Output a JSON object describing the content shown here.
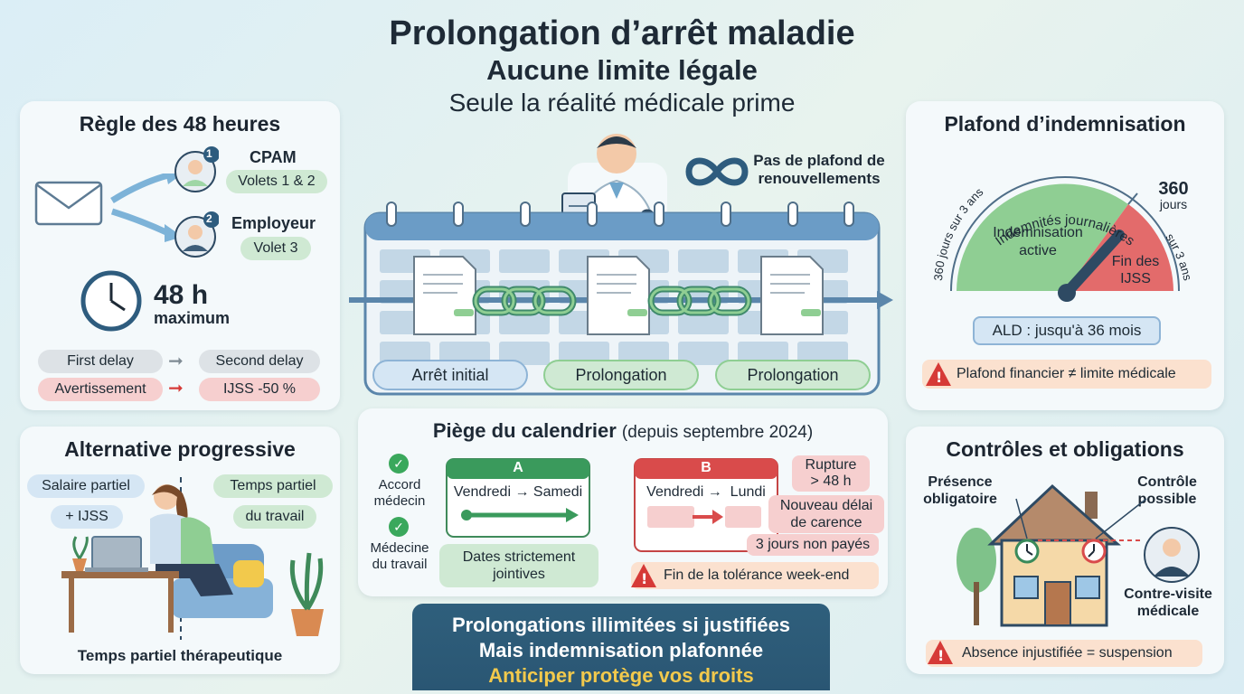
{
  "header": {
    "title": "Prolongation d’arrêt maladie",
    "subtitle": "Aucune limite légale",
    "tagline": "Seule la réalité médicale prime"
  },
  "rule48": {
    "title": "Règle des 48 heures",
    "cpam_num": "1",
    "cpam_label": "CPAM",
    "cpam_volets": "Volets 1 & 2",
    "emp_num": "2",
    "emp_label": "Employeur",
    "emp_volet": "Volet 3",
    "delay_value": "48 h",
    "delay_unit": "maximum",
    "first_delay": "First delay",
    "second_delay": "Second delay",
    "warning": "Avertissement",
    "penalty": "IJSS -50 %"
  },
  "center": {
    "renew_text_1": "Pas de plafond de",
    "renew_text_2": "renouvellements",
    "stages": [
      "Arrêt initial",
      "Prolongation",
      "Prolongation"
    ]
  },
  "plafond": {
    "title": "Plafond d’indemnisation",
    "arc_top": "Indemnités journalières",
    "arc_left": "360 jours sur 3 ans",
    "arc_right": "sur 3 ans",
    "max_num": "360",
    "max_unit": "jours",
    "active_1": "Indemnisation",
    "active_2": "active",
    "end_1": "Fin des",
    "end_2": "IJSS",
    "ald": "ALD : jusqu'à 36 mois",
    "warning": "Plafond financier ≠ limite médicale"
  },
  "alternative": {
    "title": "Alternative progressive",
    "left_1": "Salaire partiel",
    "left_2": "+ IJSS",
    "right_1": "Temps partiel",
    "right_2": "du travail",
    "caption": "Temps partiel thérapeutique"
  },
  "calendrier": {
    "title": "Piège du calendrier",
    "title_note": "(depuis septembre 2024)",
    "check1_1": "Accord",
    "check1_2": "médecin",
    "check2_1": "Médecine",
    "check2_2": "du travail",
    "a_label": "A",
    "a_days": "Vendredi → Samedi",
    "a_result_1": "Dates strictement",
    "a_result_2": "jointives",
    "b_label": "B",
    "b_days": "Vendredi →  Lundi",
    "rupture_1": "Rupture",
    "rupture_2": "> 48 h",
    "carence_1": "Nouveau délai",
    "carence_2": "de carence",
    "unpaid": "3 jours non payés",
    "warning": "Fin de la tolérance week-end"
  },
  "controles": {
    "title": "Contrôles et obligations",
    "presence_1": "Présence",
    "presence_2": "obligatoire",
    "controle_1": "Contrôle",
    "controle_2": "possible",
    "visite_1": "Contre-visite",
    "visite_2": "médicale",
    "warning": "Absence injustifiée = suspension"
  },
  "footer": {
    "line1": "Prolongations illimitées si justifiées",
    "line2": "Mais indemnisation plafonnée",
    "line3": "Anticiper protège vos droits"
  },
  "colors": {
    "green": "#8fce93",
    "red": "#e36b6b",
    "blue_dark": "#2e5c7e",
    "accent_yellow": "#f2c94c"
  }
}
